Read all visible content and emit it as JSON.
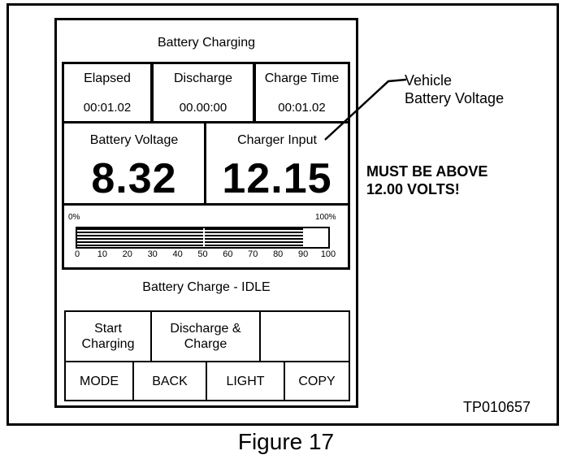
{
  "screen": {
    "title": "Battery Charging",
    "timers": [
      {
        "label": "Elapsed",
        "value": "00:01.02"
      },
      {
        "label": "Discharge",
        "value": "00.00:00"
      },
      {
        "label": "Charge Time",
        "value": "00:01.02"
      }
    ],
    "battery_voltage": {
      "label": "Battery Voltage",
      "value": "8.32"
    },
    "charger_input": {
      "label": "Charger Input",
      "value": "12.15"
    },
    "bar": {
      "min_label": "0%",
      "max_label": "100%",
      "fill_percent": 90,
      "ticks": [
        "0",
        "10",
        "20",
        "30",
        "40",
        "50",
        "60",
        "70",
        "80",
        "90",
        "100"
      ]
    },
    "status": "Battery Charge - IDLE",
    "actions": [
      {
        "label": "Start\nCharging"
      },
      {
        "label": "Discharge &\nCharge"
      },
      {
        "label": ""
      }
    ],
    "nav": [
      {
        "label": "MODE"
      },
      {
        "label": "BACK"
      },
      {
        "label": "LIGHT"
      },
      {
        "label": "COPY"
      }
    ]
  },
  "annotations": {
    "callout": "Vehicle\nBattery Voltage",
    "warning": "MUST BE ABOVE\n12.00 VOLTS!",
    "figure_code": "TP010657",
    "caption": "Figure 17"
  }
}
